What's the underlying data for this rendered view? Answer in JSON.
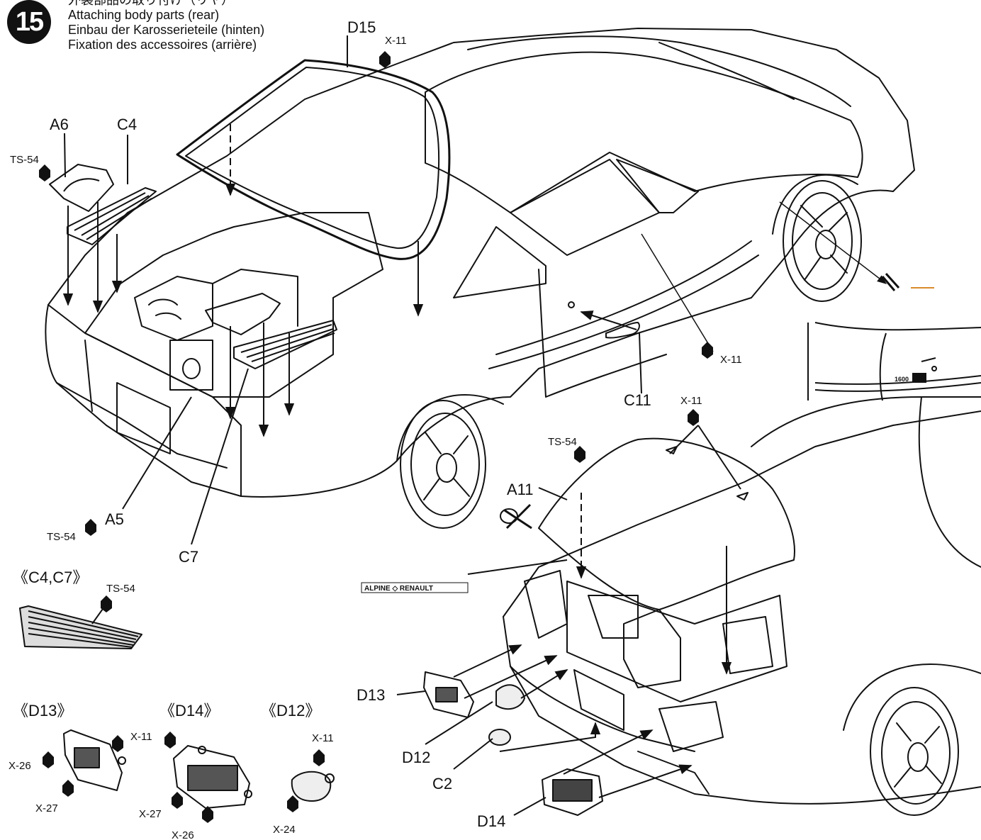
{
  "header": {
    "step_number": "15",
    "title_jp": "外装部品の取り付け（リヤ）",
    "title_en": "Attaching body parts (rear)",
    "title_de": "Einbau der Karosserieteile (hinten)",
    "title_fr": "Fixation des accessoires (arrière)"
  },
  "parts": {
    "d15": "D15",
    "a6": "A6",
    "c4": "C4",
    "a5": "A5",
    "c7": "C7",
    "c11": "C11",
    "a11": "A11",
    "d13": "D13",
    "d12": "D12",
    "c2": "C2",
    "d14": "D14"
  },
  "paints": {
    "x11": "X-11",
    "ts54": "TS-54",
    "x26": "X-26",
    "x27": "X-27",
    "x24": "X-24"
  },
  "groups": {
    "c4c7": "《C4,C7》",
    "d13": "《D13》",
    "d14": "《D14》",
    "d12": "《D12》"
  },
  "decals": {
    "alpine_renault": "ALPINE ◇ RENAULT",
    "badge_1600": "1600"
  },
  "colors": {
    "ink": "#111111",
    "background": "#ffffff",
    "decal_orange": "#d98a2b"
  }
}
